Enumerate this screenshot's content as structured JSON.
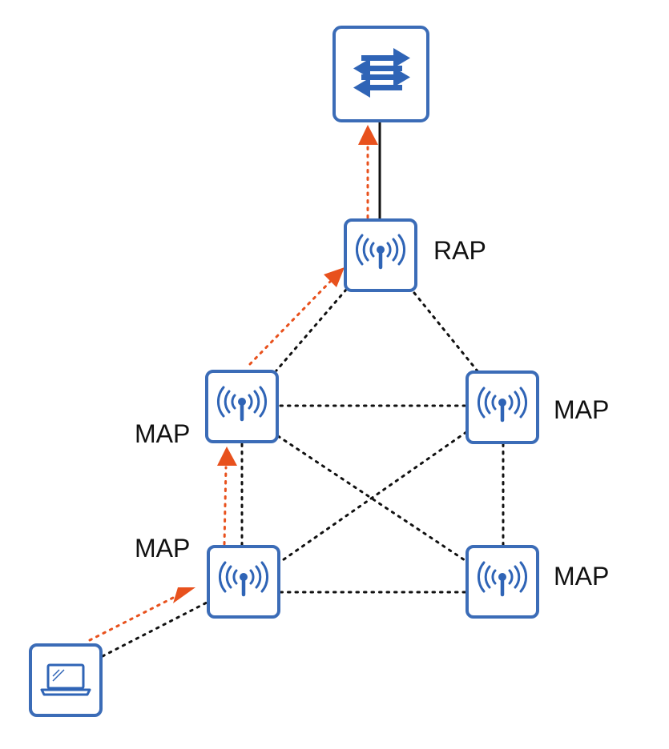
{
  "colors": {
    "node_border": "#3b6cb7",
    "icon": "#2f64b6",
    "link_dotted": "#111111",
    "link_solid": "#111111",
    "traffic_path": "#e8511d",
    "background": "#ffffff"
  },
  "nodes": {
    "switch": {
      "icon": "switch-arrows-icon"
    },
    "rap": {
      "icon": "wireless-ap-icon",
      "label": "RAP"
    },
    "map_left": {
      "icon": "wireless-ap-icon",
      "label": "MAP"
    },
    "map_right": {
      "icon": "wireless-ap-icon",
      "label": "MAP"
    },
    "map_bottom_left": {
      "icon": "wireless-ap-icon",
      "label": "MAP"
    },
    "map_bottom_right": {
      "icon": "wireless-ap-icon",
      "label": "MAP"
    },
    "laptop": {
      "icon": "laptop-icon"
    }
  }
}
